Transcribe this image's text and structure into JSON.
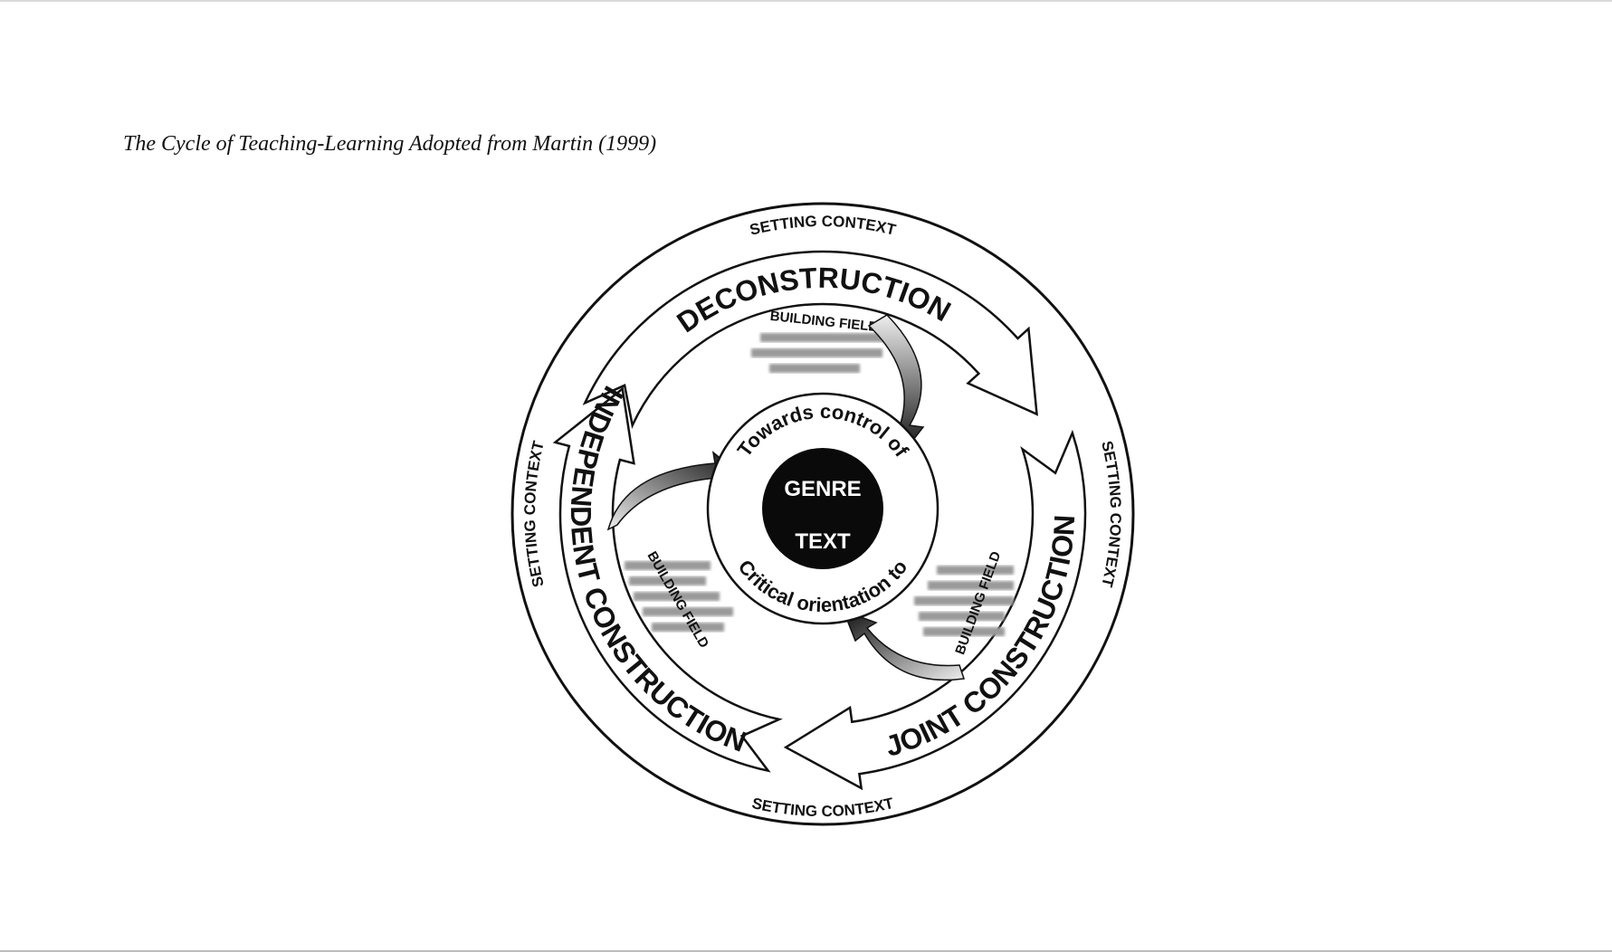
{
  "caption": "The Cycle of Teaching-Learning Adopted from Martin (1999)",
  "diagram": {
    "outer_ring_label": "SETTING CONTEXT",
    "stages": {
      "deconstruction": "DECONSTRUCTION",
      "joint": "JOINT CONSTRUCTION",
      "independent": "INDEPENDENT CONSTRUCTION"
    },
    "building_field": "BUILDING FIELD",
    "inner_top": "Towards control of",
    "inner_bottom": "Critical orientation to",
    "core_line1": "GENRE",
    "core_line2": "TEXT"
  }
}
